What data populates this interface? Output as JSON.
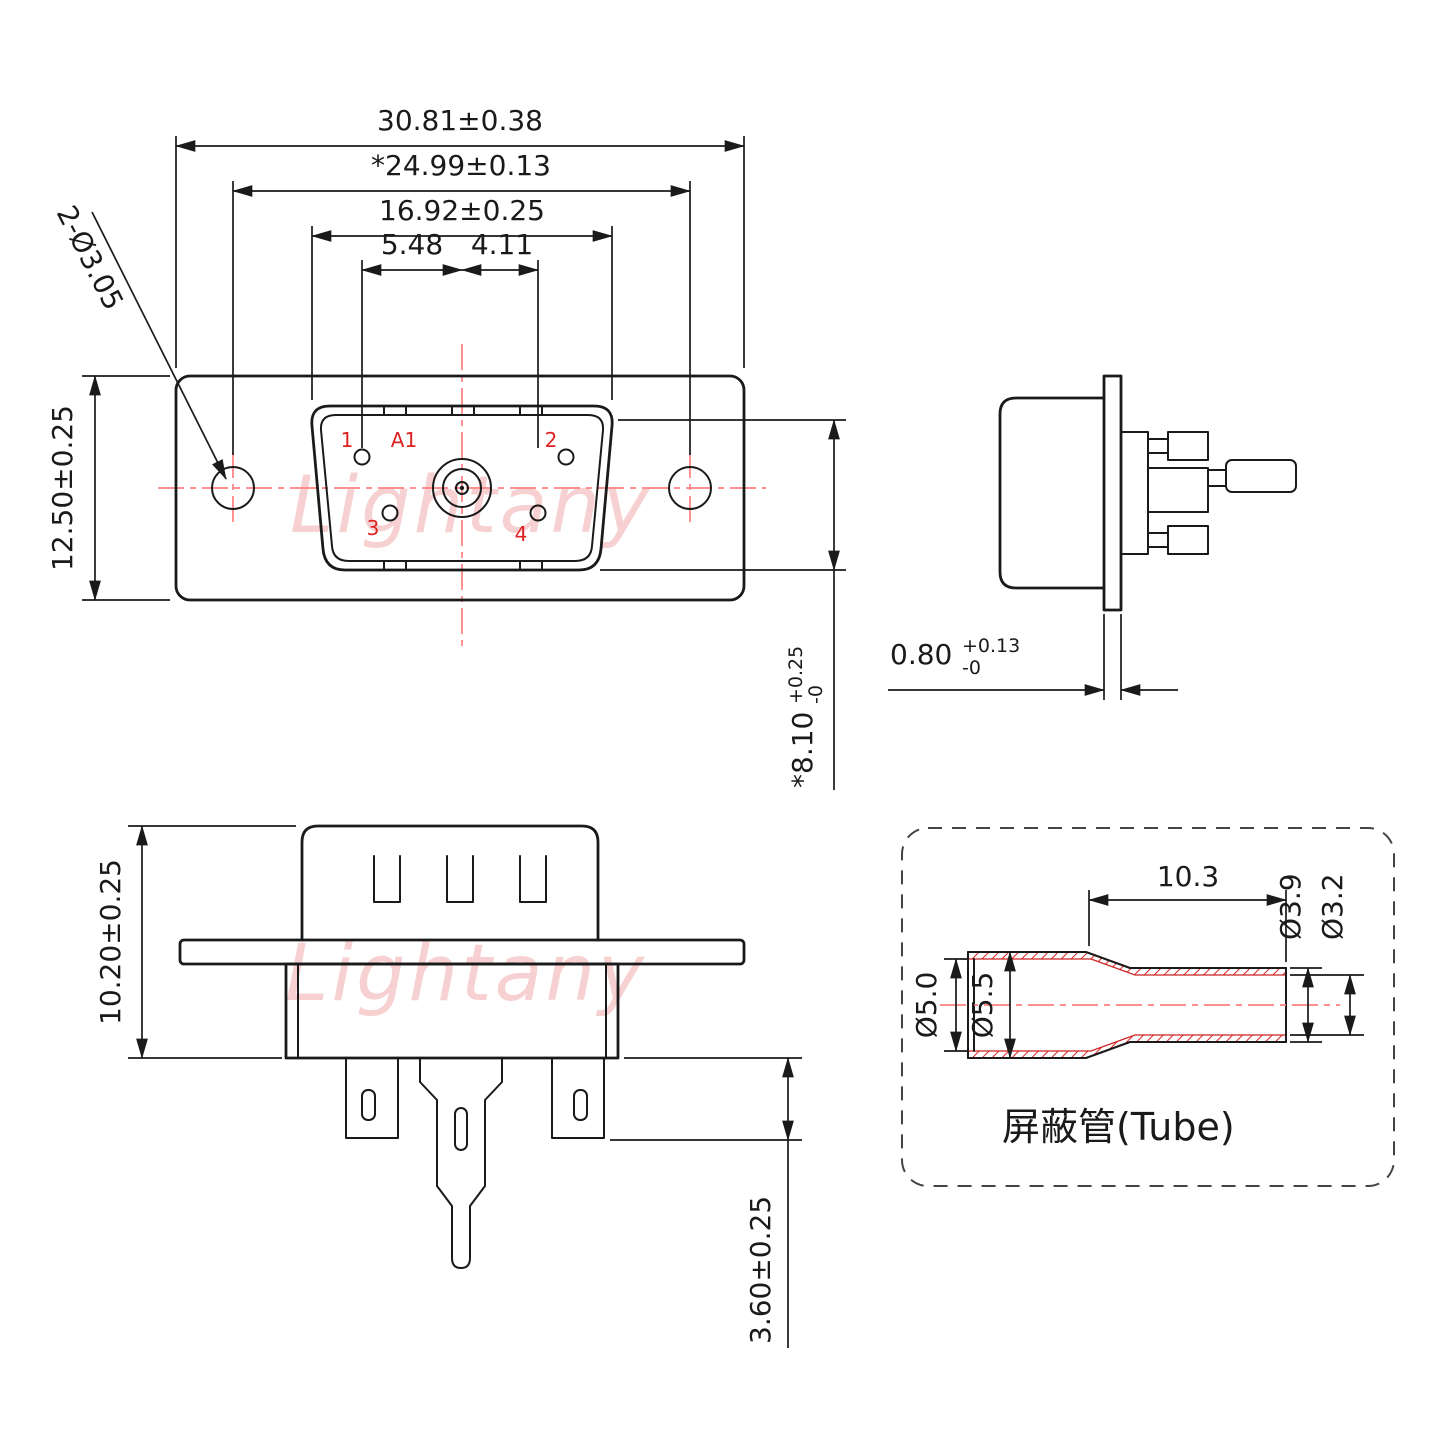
{
  "drawing": {
    "watermark": "Lightany",
    "front_view": {
      "dim_overall_width": "30.81±0.38",
      "dim_mount_hole_spacing": "*24.99±0.13",
      "dim_shell_width": "16.92±0.25",
      "dim_pin_pitch_left": "5.48",
      "dim_pin_pitch_right": "4.11",
      "dim_flange_height": "12.50±0.25",
      "dim_mount_holes": "2-Ø3.05",
      "dim_shell_height_value": "*8.10",
      "dim_shell_height_tol_plus": "+0.25",
      "dim_shell_height_tol_minus": "-0",
      "pin_labels": {
        "pin1": "1",
        "pinA1": "A1",
        "pin2": "2",
        "pin3": "3",
        "pin4": "4"
      }
    },
    "side_view": {
      "dim_flange_thickness_value": "0.80",
      "dim_flange_thickness_tol_plus": "+0.13",
      "dim_flange_thickness_tol_minus": "-0"
    },
    "rear_view": {
      "dim_body_height": "10.20±0.25",
      "dim_terminal_length": "3.60±0.25"
    },
    "tube_detail": {
      "dim_tube_length": "10.3",
      "dim_od_small_end": "Ø3.9",
      "dim_id_small_end": "Ø3.2",
      "dim_id_large_end": "Ø5.0",
      "dim_od_large_end": "Ø5.5",
      "label": "屏蔽管(Tube)"
    },
    "colors": {
      "line": "#1a1a1a",
      "accent_red": "#dd2222",
      "centerline_red": "#ff8080",
      "watermark_pink": "#f2b3b3"
    }
  }
}
